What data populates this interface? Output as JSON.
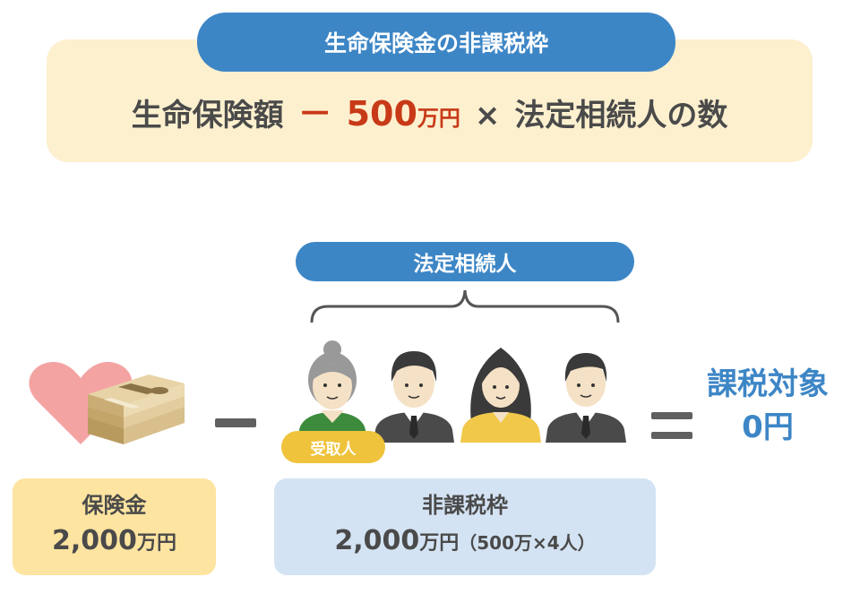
{
  "formula": {
    "title": "生命保険金の非課税枠",
    "term1": "生命保険額",
    "minus": "－",
    "deduction_value": "500",
    "deduction_unit": "万円",
    "times": "×",
    "term2": "法定相続人の数"
  },
  "heirs": {
    "label": "法定相続人",
    "recipient_badge": "受取人"
  },
  "operators": {
    "minus": "－",
    "equals": "＝"
  },
  "result": {
    "label": "課税対象",
    "value": "0円"
  },
  "insurance_box": {
    "title": "保険金",
    "amount": "2,000",
    "unit": "万円"
  },
  "taxfree_box": {
    "title": "非課税枠",
    "amount": "2,000",
    "unit": "万円",
    "note": "（500万×4人）"
  },
  "colors": {
    "accent_blue": "#3d86c6",
    "panel_cream": "#fdf0cf",
    "highlight_red": "#c83a17",
    "badge_yellow": "#f0c33c",
    "box_yellow": "#fde4a0",
    "box_blue": "#d3e3f3"
  }
}
